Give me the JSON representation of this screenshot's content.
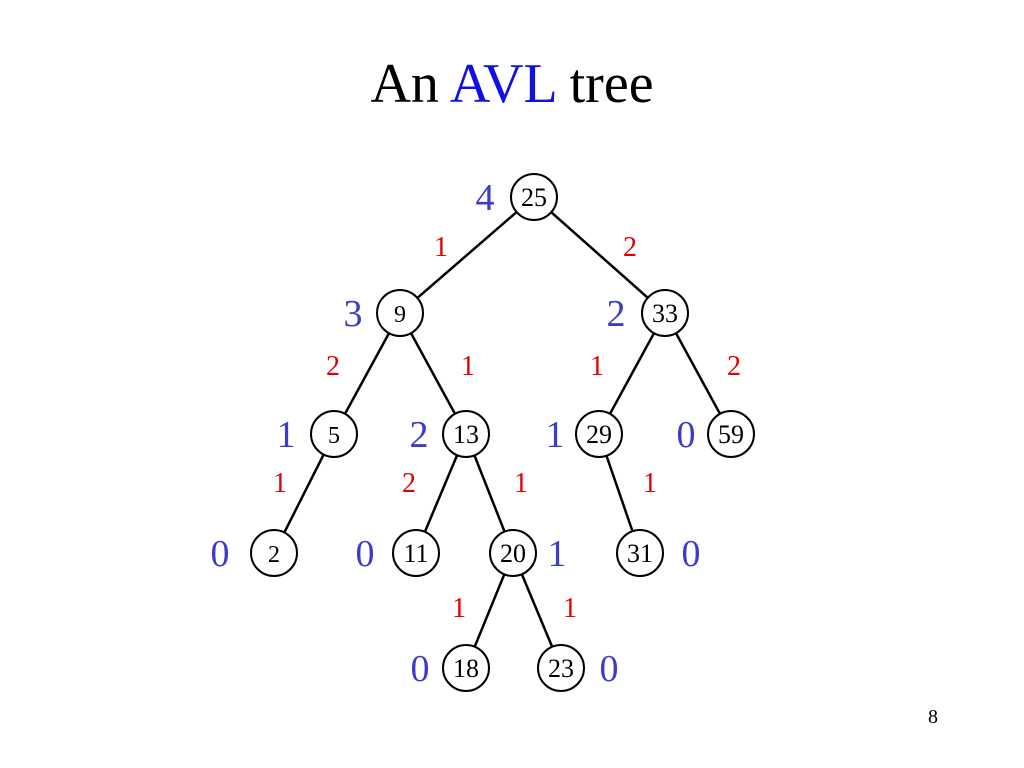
{
  "title": {
    "before": "An",
    "accent": "AVL",
    "after": "tree"
  },
  "colors": {
    "accent": "#1010e0",
    "height_label": "#3c3cc8",
    "edge_label": "#e00000",
    "node_stroke": "#000000"
  },
  "nodes": [
    {
      "id": "n25",
      "value": "25",
      "height": "4"
    },
    {
      "id": "n9",
      "value": "9",
      "height": "3"
    },
    {
      "id": "n33",
      "value": "33",
      "height": "2"
    },
    {
      "id": "n5",
      "value": "5",
      "height": "1"
    },
    {
      "id": "n13",
      "value": "13",
      "height": "2"
    },
    {
      "id": "n29",
      "value": "29",
      "height": "1"
    },
    {
      "id": "n59",
      "value": "59",
      "height": "0"
    },
    {
      "id": "n2",
      "value": "2",
      "height": "0"
    },
    {
      "id": "n11",
      "value": "11",
      "height": "0"
    },
    {
      "id": "n20",
      "value": "20",
      "height": "1"
    },
    {
      "id": "n31",
      "value": "31",
      "height": "0"
    },
    {
      "id": "n18",
      "value": "18",
      "height": "0"
    },
    {
      "id": "n23",
      "value": "23",
      "height": "0"
    }
  ],
  "edges": [
    {
      "from": "n25",
      "to": "n9",
      "label": "1"
    },
    {
      "from": "n25",
      "to": "n33",
      "label": "2"
    },
    {
      "from": "n9",
      "to": "n5",
      "label": "2"
    },
    {
      "from": "n9",
      "to": "n13",
      "label": "1"
    },
    {
      "from": "n33",
      "to": "n29",
      "label": "1"
    },
    {
      "from": "n33",
      "to": "n59",
      "label": "2"
    },
    {
      "from": "n5",
      "to": "n2",
      "label": "1"
    },
    {
      "from": "n13",
      "to": "n11",
      "label": "2"
    },
    {
      "from": "n13",
      "to": "n20",
      "label": "1"
    },
    {
      "from": "n29",
      "to": "n31",
      "label": "1"
    },
    {
      "from": "n20",
      "to": "n18",
      "label": "1"
    },
    {
      "from": "n20",
      "to": "n23",
      "label": "1"
    }
  ],
  "page_number": "8"
}
